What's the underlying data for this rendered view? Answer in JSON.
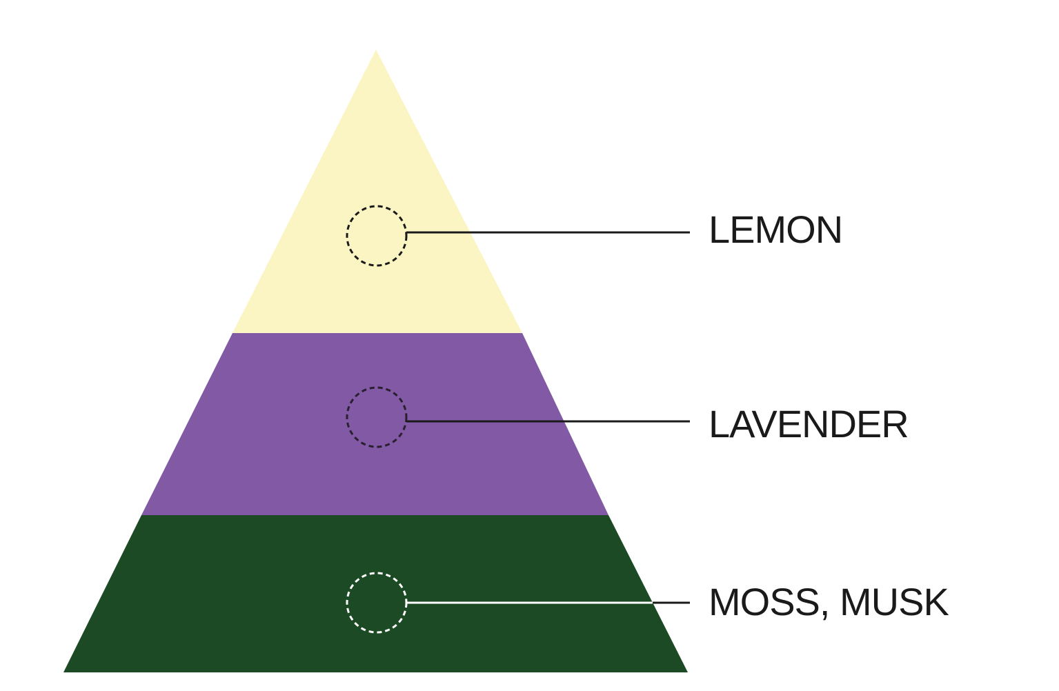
{
  "pyramid": {
    "tiers": [
      {
        "id": "top",
        "label": "LEMON",
        "fill_color": "#FBF5C3",
        "marker_color": "#1a1a1a",
        "leader_color_inside": "#1a1a1a"
      },
      {
        "id": "middle",
        "label": "LAVENDER",
        "fill_color": "#8159A5",
        "marker_color": "#2a1f2e",
        "leader_color_inside": "#1a1a1a"
      },
      {
        "id": "base",
        "label": "MOSS, MUSK",
        "fill_color": "#1C4A24",
        "marker_color": "#ffffff",
        "leader_color_inside": "#ffffff"
      }
    ],
    "leader_color_outside": "#1a1a1a"
  }
}
